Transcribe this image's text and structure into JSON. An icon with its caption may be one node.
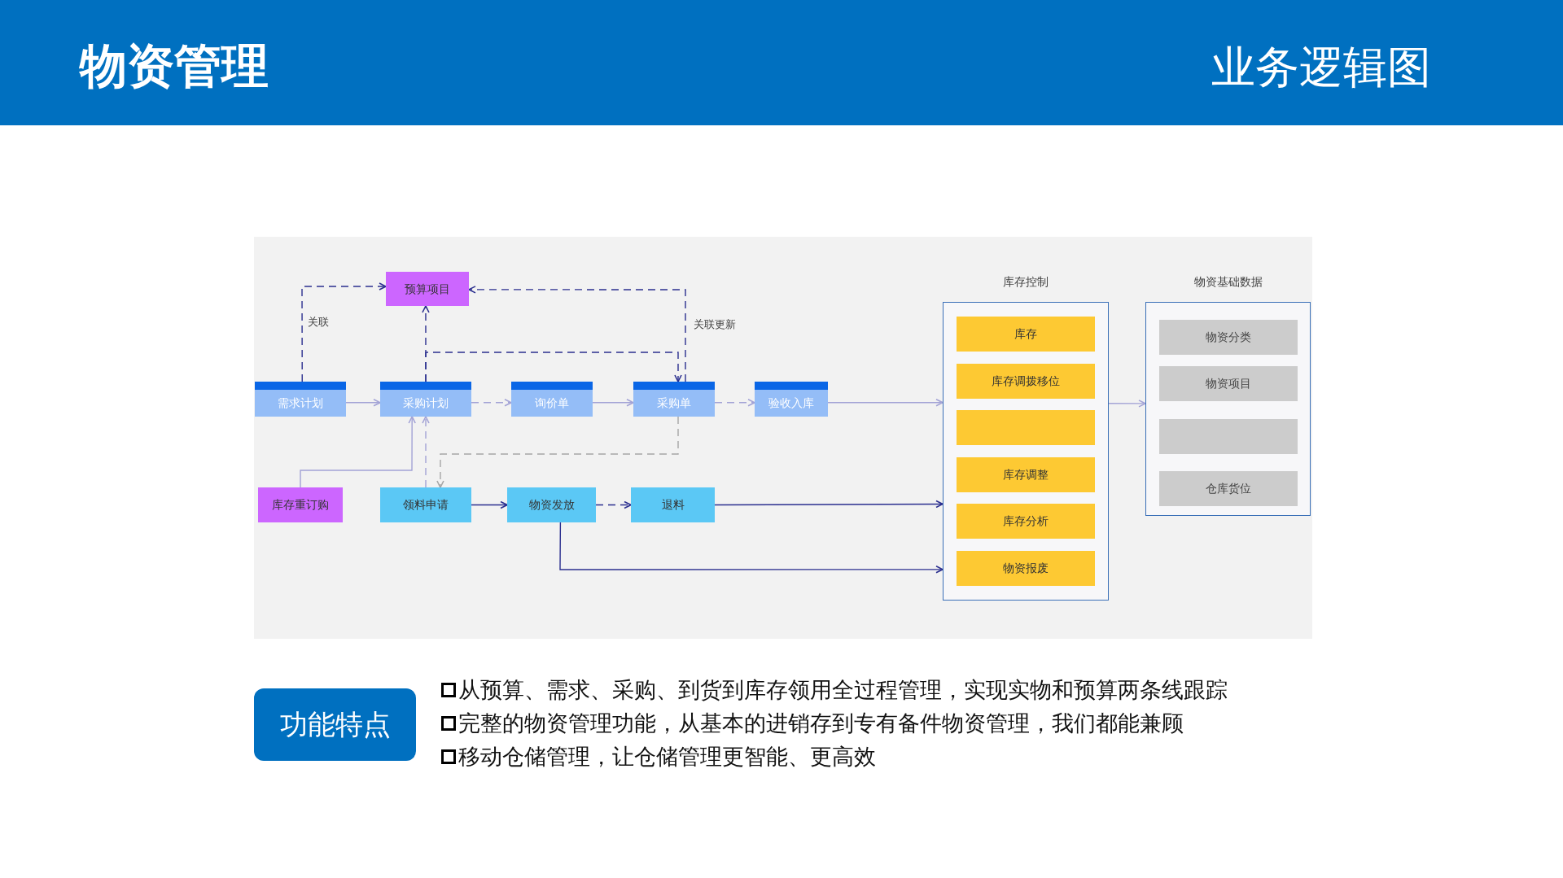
{
  "diagram": {
    "title": "物资管理",
    "nodes": [
      {
        "text": [
          "预算项目"
        ]
      },
      {
        "text": [
          "需求计划"
        ]
      },
      {
        "text": [
          "采购计划"
        ]
      },
      {
        "text": [
          "询价单"
        ]
      },
      {
        "text": [
          "采购单"
        ]
      },
      {
        "text": [
          "验收入库"
        ]
      },
      {
        "text": [
          "库存重订购"
        ]
      },
      {
        "text": [
          "领料申请"
        ]
      },
      {
        "text": [
          "物资发放"
        ]
      },
      {
        "text": [
          "退料"
        ]
      },
      {
        "text": [
          "库存控制"
        ]
      },
      {
        "text": [
          "库存"
        ],
        "in": 10
      },
      {
        "text": [
          "库存调拨移位"
        ],
        "in": 10
      },
      {
        "text": [],
        "shape": "box",
        "in": 10
      },
      {
        "text": [
          "库存调整"
        ],
        "in": 10
      },
      {
        "text": [
          "库存分析"
        ],
        "in": 10
      },
      {
        "text": [
          "物资报废"
        ],
        "in": 10
      },
      {
        "text": [
          "物资基础数据"
        ]
      },
      {
        "text": [
          "物资分类"
        ],
        "in": 17
      },
      {
        "text": [
          "物资项目"
        ],
        "in": 17
      },
      {
        "text": [],
        "shape": "box",
        "in": 17
      },
      {
        "text": [
          "仓库货位"
        ],
        "in": 17
      },
      {
        "text": [
          "功能特点"
        ]
      }
    ],
    "edges": [
      {
        "from": 1,
        "to": 0,
        "arrow": "to",
        "style": "dashed",
        "label": "关联"
      },
      {
        "from": 2,
        "to": 0,
        "arrow": "to",
        "style": "dashed"
      },
      {
        "from": 4,
        "to": 0,
        "arrow": "to",
        "style": "dashed",
        "label": "关联更新"
      },
      {
        "from": 2,
        "to": 4,
        "arrow": "to",
        "style": "dashed"
      },
      {
        "from": 1,
        "to": 2,
        "arrow": "to",
        "color": "#a3a3d6"
      },
      {
        "from": 2,
        "to": 3,
        "arrow": "to",
        "style": "dashed",
        "color": "#a3a3d6"
      },
      {
        "from": 3,
        "to": 4,
        "arrow": "to",
        "color": "#a3a3d6"
      },
      {
        "from": 4,
        "to": 5,
        "arrow": "to",
        "style": "dashed",
        "color": "#a3a3d6"
      },
      {
        "from": 5,
        "to": 10,
        "arrow": "to",
        "color": "#a3a3d6"
      },
      {
        "from": 10,
        "to": 17,
        "arrow": "to",
        "color": "#a3a3d6"
      },
      {
        "from": 6,
        "to": 2,
        "arrow": "to",
        "color": "#a3a3d6"
      },
      {
        "from": 7,
        "to": 2,
        "arrow": "to",
        "style": "dashed",
        "color": "#a3a3d6"
      },
      {
        "from": 4,
        "to": 7,
        "arrow": "to",
        "style": "dashed",
        "color": "#a6a6a6"
      },
      {
        "from": 7,
        "to": 8,
        "arrow": "to"
      },
      {
        "from": 8,
        "to": 9,
        "arrow": "to",
        "style": "dashed"
      },
      {
        "from": 9,
        "to": 10,
        "arrow": "to"
      },
      {
        "from": 8,
        "to": 10,
        "arrow": "to"
      }
    ],
    "labels": [
      "业务逻辑图",
      "从预算、需求、采购、到货到库存领用全过程管理，实现实物和预算两条线跟踪",
      "完整的物资管理功能，从基本的进销存到专有备件物资管理，我们都能兼顾",
      "移动仓储管理，让仓储管理更智能、更高效"
    ]
  }
}
